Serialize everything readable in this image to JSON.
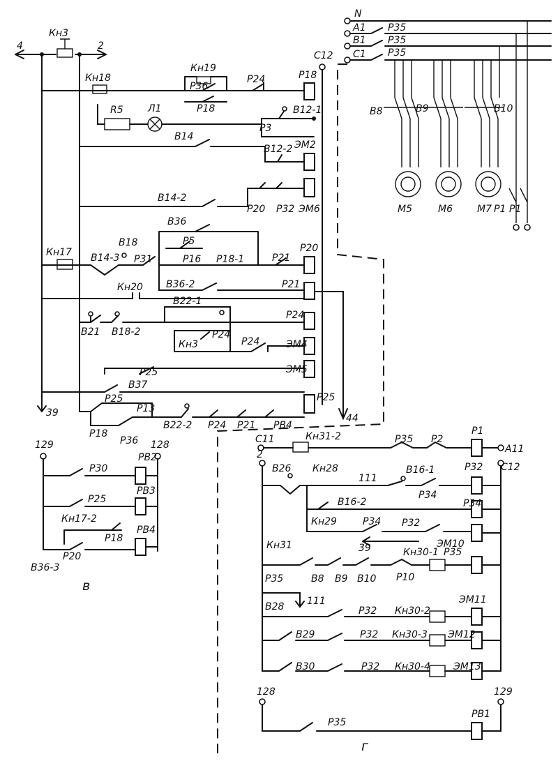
{
  "panel_c": {
    "caption": "в",
    "buttons": {
      "kn3": "Кн3",
      "kn18": "Кн18",
      "kn19": "Кн19",
      "kn17": "Кн17",
      "kn20": "Кн20",
      "kn3b": "Кн3",
      "kn17_2": "Кн17-2"
    },
    "wire_numbers": {
      "w4": "4",
      "w2": "2",
      "w39": "39",
      "w44": "44",
      "w129": "129",
      "w128": "128"
    },
    "terminal_c12": "С12",
    "elements": {
      "r5": "R5",
      "l1": "Л1"
    },
    "contacts": {
      "p36": "Р36",
      "p24a": "Р24",
      "p18a": "Р18",
      "b12_1": "В12-1",
      "p3": "Р3",
      "b14": "В14",
      "b12_2": "В12-2",
      "b14_2": "В14-2",
      "p20a": "Р20",
      "p32a": "Р32",
      "b36": "В36",
      "b18": "В18",
      "b14_3": "В14-3",
      "p31": "Р31",
      "p5": "Р5",
      "p16": "Р16",
      "p18_1": "Р18-1",
      "p21a": "Р21",
      "b36_2": "В36-2",
      "b22_1": "В22-1",
      "p24b": "Р24",
      "b21": "В21",
      "b18_2": "В18-2",
      "p24c": "Р24",
      "p25a": "Р25",
      "b37": "В37",
      "p25b": "Р25",
      "p13": "Р13",
      "p18b": "Р18",
      "p36b": "Р36",
      "b22_2": "В22-2",
      "p24d": "Р24",
      "p21b": "Р21",
      "rb4a": "РВ4",
      "p30": "Р30",
      "p25c": "Р25",
      "p18c": "Р18",
      "p20b": "Р20",
      "b36_3": "В36-3"
    },
    "coils": {
      "p18": "Р18",
      "em2": "ЭМ2",
      "em6": "ЭМ6",
      "p20": "Р20",
      "p21": "Р21",
      "p24": "Р24",
      "em4": "ЭМ4",
      "em5": "ЭМ5",
      "p25": "Р25",
      "rb2": "РВ2",
      "rb3": "РВ3",
      "rb4": "РВ4"
    }
  },
  "power": {
    "phases": {
      "n": "N",
      "a1": "А1",
      "b1": "В1",
      "c1": "С1"
    },
    "contacts": {
      "p35a": "Р35",
      "p35b": "Р35",
      "p35c": "Р35",
      "p1a": "Р1",
      "p1b": "Р1"
    },
    "switches": {
      "b8": "В8",
      "b9": "В9",
      "b10": "В10"
    },
    "motors": {
      "m5": "М5",
      "m6": "М6",
      "m7": "М7"
    }
  },
  "panel_g": {
    "caption": "г",
    "terminals": {
      "c11": "С11",
      "a11": "А11",
      "c12": "С12",
      "w2": "2",
      "w111a": "111",
      "w111b": "111",
      "w39": "39",
      "w128": "128",
      "w129": "129"
    },
    "buttons": {
      "kn31_2": "Кн31-2",
      "kn28": "Кн28",
      "kn29": "Кн29",
      "kn31": "Кн31",
      "kn30_1": "Кн30-1",
      "kn30_2": "Кн30-2",
      "kn30_3": "Кн30-3",
      "kn30_4": "Кн30-4"
    },
    "contacts": {
      "p35a": "Р35",
      "p2": "Р2",
      "b26": "В26",
      "b16_1": "В16-1",
      "p34a": "Р34",
      "b16_2": "В16-2",
      "p34b": "Р34",
      "p32a": "Р32",
      "p35b": "Р35",
      "b8": "В8",
      "b9": "В9",
      "b10": "В10",
      "p10": "Р10",
      "b28": "В28",
      "p32b": "Р32",
      "b29": "В29",
      "p32c": "Р32",
      "b30": "В30",
      "p32d": "Р32",
      "p35c": "Р35"
    },
    "coils": {
      "p1": "Р1",
      "p32": "Р32",
      "p34": "Р34",
      "em10": "ЭМ10",
      "p35": "Р35",
      "em11": "ЭМ11",
      "em12": "ЭМ12",
      "em13": "ЭМ13",
      "rb1": "РВ1"
    }
  }
}
